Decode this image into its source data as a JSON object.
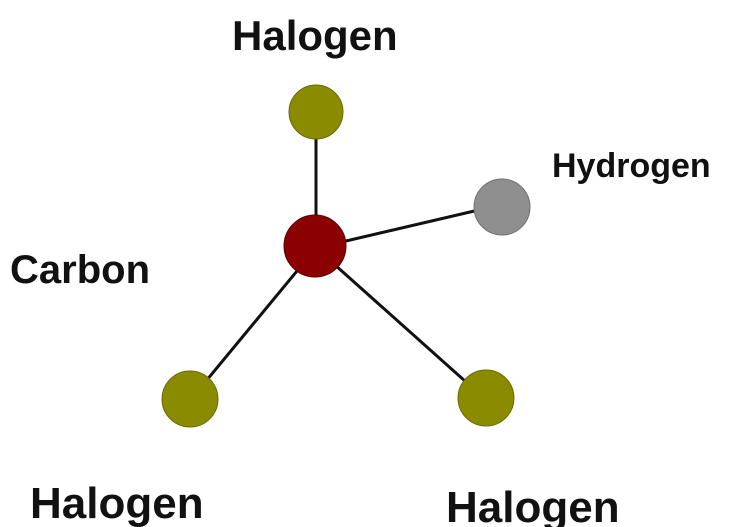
{
  "diagram": {
    "labels": {
      "halogen_top": "Halogen",
      "hydrogen": "Hydrogen",
      "carbon": "Carbon",
      "halogen_bottom_left": "Halogen",
      "halogen_bottom_right": "Halogen"
    },
    "colors": {
      "carbon": "#8b0000",
      "halogen": "#8b8b00",
      "hydrogen": "#8f8f8f",
      "bond": "#111111",
      "text": "#111111",
      "background": "#ffffff"
    }
  }
}
